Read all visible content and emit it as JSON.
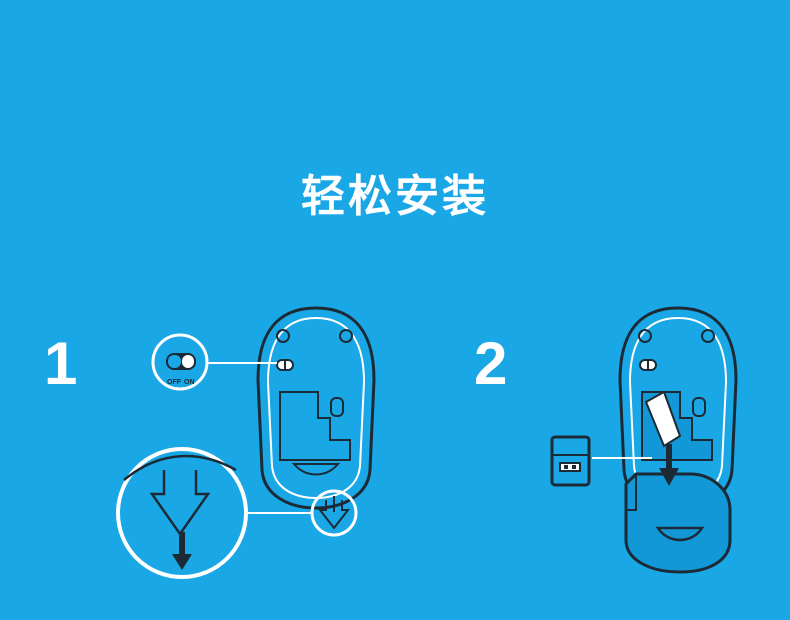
{
  "title": "轻松安装",
  "steps": [
    {
      "number": "1"
    },
    {
      "number": "2"
    }
  ],
  "switch_labels": {
    "off": "OFF",
    "on": "ON"
  },
  "colors": {
    "background": "#1aa7e6",
    "line_dark": "#1c2a35",
    "white": "#ffffff",
    "cover_fill": "#1298d6"
  },
  "icons": [
    "mouse-bottom-icon",
    "power-switch-icon",
    "battery-cover-tab-icon",
    "down-arrow-icon",
    "usb-receiver-icon"
  ]
}
